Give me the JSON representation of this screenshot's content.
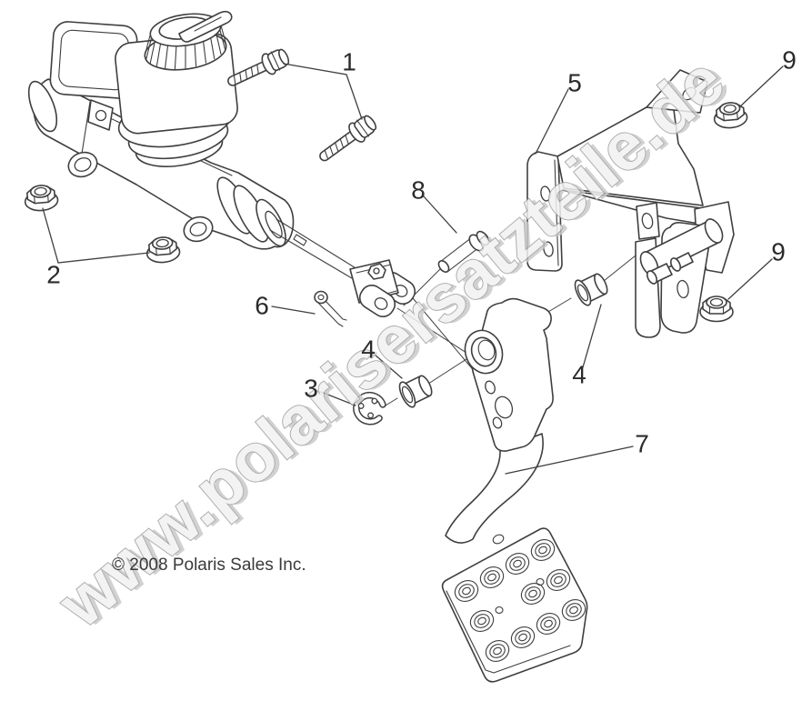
{
  "meta": {
    "background": "#ffffff",
    "line_color": "#3f3f3f",
    "callout_color": "#2b2b2b"
  },
  "watermark": {
    "text": "www.polarisersatzteile.de",
    "fill": "#f1f1f1",
    "stroke": "#a0a0a0",
    "shadow": "#c9c9c9"
  },
  "footer": {
    "copyright": "© 2008 Polaris Sales Inc."
  },
  "callouts": [
    {
      "label": "1",
      "part": "mounting-bolts"
    },
    {
      "label": "2",
      "part": "mounting-nuts"
    },
    {
      "label": "3",
      "part": "e-clip-retainer"
    },
    {
      "label": "4",
      "part": "pivot-bushing-left"
    },
    {
      "label": "4",
      "part": "pivot-bushing-right"
    },
    {
      "label": "5",
      "part": "pedal-mount-bracket"
    },
    {
      "label": "6",
      "part": "cotter-pin"
    },
    {
      "label": "7",
      "part": "brake-pedal"
    },
    {
      "label": "8",
      "part": "clevis-pin"
    },
    {
      "label": "9",
      "part": "bracket-nut-upper"
    },
    {
      "label": "9",
      "part": "bracket-nut-lower"
    }
  ]
}
